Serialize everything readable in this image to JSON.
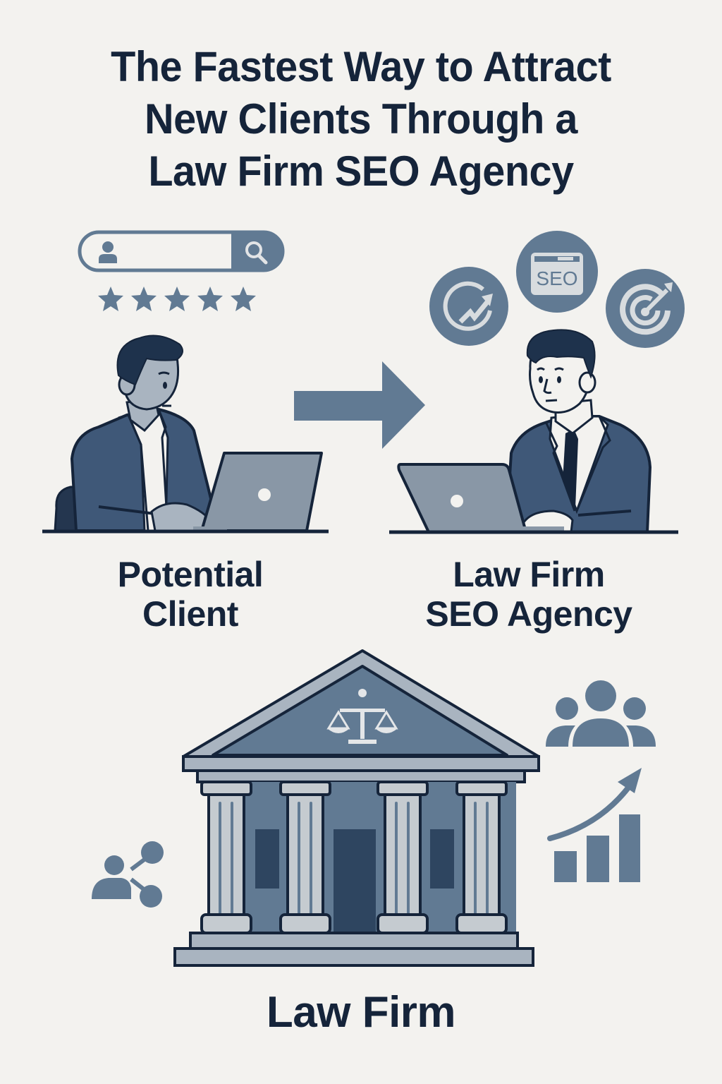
{
  "title": {
    "lines": [
      "The Fastest Way to Attract",
      "New Clients Through a",
      "Law Firm SEO Agency"
    ]
  },
  "flow": {
    "client": {
      "label_lines": [
        "Potential",
        "Client"
      ],
      "search_bar": {
        "icon_left": "user-icon",
        "icon_right": "search-icon",
        "value": ""
      },
      "rating": {
        "stars": 5,
        "icon": "star-icon"
      }
    },
    "arrow": {
      "icon": "arrow-right-icon"
    },
    "agency": {
      "label_lines": [
        "Law Firm",
        "SEO Agency"
      ],
      "icons": [
        {
          "name": "growth-cycle-icon"
        },
        {
          "name": "seo-browser-icon",
          "text": "SEO"
        },
        {
          "name": "target-icon"
        }
      ]
    }
  },
  "firm": {
    "label": "Law Firm",
    "building_icon": "courthouse-icon",
    "emblem": "scales-of-justice-icon",
    "side_icons": {
      "left": "share-network-icon",
      "right_top": "group-icon",
      "right_bottom": "growth-chart-icon"
    }
  },
  "colors": {
    "background": "#f3f2ef",
    "text": "#15243a",
    "accent": "#617a93",
    "suit": "#3f5878",
    "skin": "#a9b4c0",
    "light": "#d8dcdf"
  }
}
